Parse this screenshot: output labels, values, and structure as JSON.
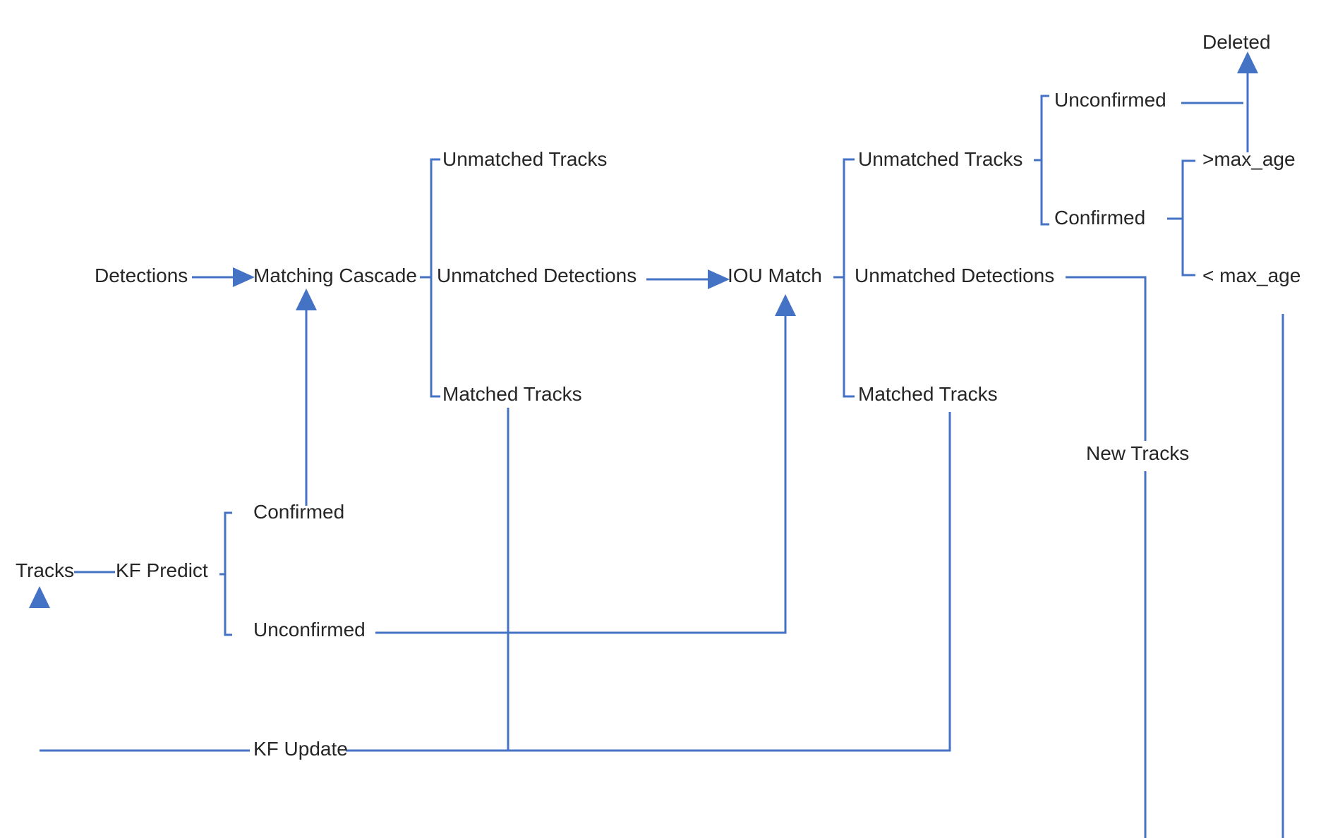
{
  "diagram": {
    "colors": {
      "line": "#4472c4",
      "text": "#262626"
    },
    "labels": {
      "detections": "Detections",
      "matching_cascade": "Matching Cascade",
      "unmatched_tracks_1": "Unmatched Tracks",
      "unmatched_detections_1": "Unmatched Detections",
      "matched_tracks_1": "Matched Tracks",
      "iou_match": "IOU Match",
      "unmatched_tracks_2": "Unmatched Tracks",
      "unmatched_detections_2": "Unmatched Detections",
      "matched_tracks_2": "Matched Tracks",
      "unconfirmed_top": "Unconfirmed",
      "confirmed_top": "Confirmed",
      "deleted": "Deleted",
      "gt_max_age": ">max_age",
      "lt_max_age": "< max_age",
      "new_tracks": "New Tracks",
      "tracks": "Tracks",
      "kf_predict": "KF Predict",
      "confirmed_bottom": "Confirmed",
      "unconfirmed_bottom": "Unconfirmed",
      "kf_update": "KF Update"
    }
  }
}
